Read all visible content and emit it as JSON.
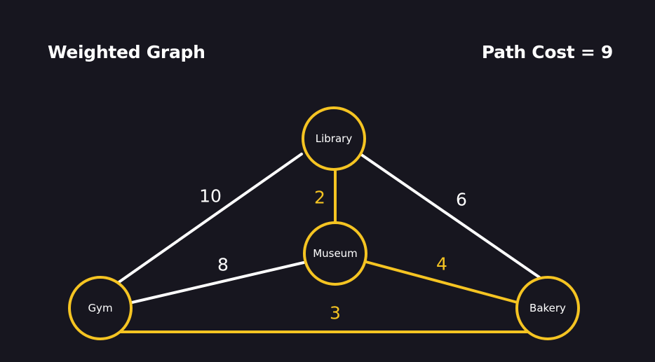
{
  "header": {
    "title": "Weighted Graph",
    "path_cost": "Path Cost = 9"
  },
  "colors": {
    "background": "#17161f",
    "highlight": "#f5c422",
    "default_edge": "#ffffff",
    "node_fill": "#17161f",
    "text": "#ffffff"
  },
  "graph": {
    "nodes": [
      {
        "id": "library",
        "label": "Library"
      },
      {
        "id": "museum",
        "label": "Museum"
      },
      {
        "id": "gym",
        "label": "Gym"
      },
      {
        "id": "bakery",
        "label": "Bakery"
      }
    ],
    "edges": [
      {
        "id": "gym-library",
        "from": "gym",
        "to": "library",
        "weight": "10",
        "highlighted": false
      },
      {
        "id": "library-bakery",
        "from": "library",
        "to": "bakery",
        "weight": "6",
        "highlighted": false
      },
      {
        "id": "gym-museum",
        "from": "gym",
        "to": "museum",
        "weight": "8",
        "highlighted": false
      },
      {
        "id": "library-museum",
        "from": "library",
        "to": "museum",
        "weight": "2",
        "highlighted": true
      },
      {
        "id": "museum-bakery",
        "from": "museum",
        "to": "bakery",
        "weight": "4",
        "highlighted": true
      },
      {
        "id": "gym-bakery",
        "from": "gym",
        "to": "bakery",
        "weight": "3",
        "highlighted": true
      }
    ]
  }
}
